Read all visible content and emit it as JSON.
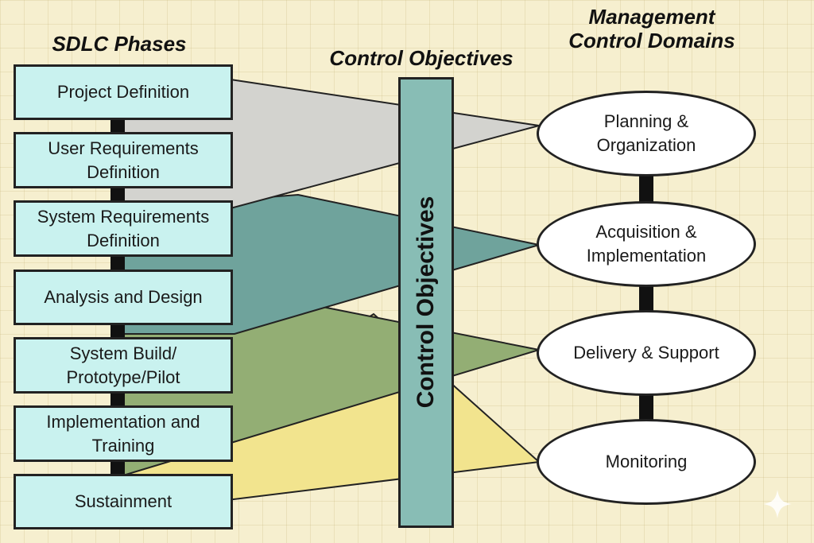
{
  "headings": {
    "sdlc": "SDLC Phases",
    "control": "Control Objectives",
    "management": "Management Control Domains"
  },
  "phases": [
    {
      "label": "Project Definition"
    },
    {
      "label": "User Requirements Definition"
    },
    {
      "label": "System Requirements Definition"
    },
    {
      "label": "Analysis and Design"
    },
    {
      "label": "System Build/ Prototype/Pilot"
    },
    {
      "label": "Implementation and Training"
    },
    {
      "label": "Sustainment"
    }
  ],
  "control_objectives_bar": {
    "label": "Control Objectives"
  },
  "domains": [
    {
      "label": "Planning & Organization"
    },
    {
      "label": "Acquisition & Implementation"
    },
    {
      "label": "Delivery & Support"
    },
    {
      "label": "Monitoring"
    }
  ],
  "colors": {
    "background": "#f6efcf",
    "phase_fill": "#c9f2ef",
    "control_bar": "#88bdb5",
    "band_planning": "#d3d3cf",
    "band_acquisition": "#6fa39c",
    "band_delivery": "#93ae74",
    "band_monitoring": "#f2e48e"
  }
}
